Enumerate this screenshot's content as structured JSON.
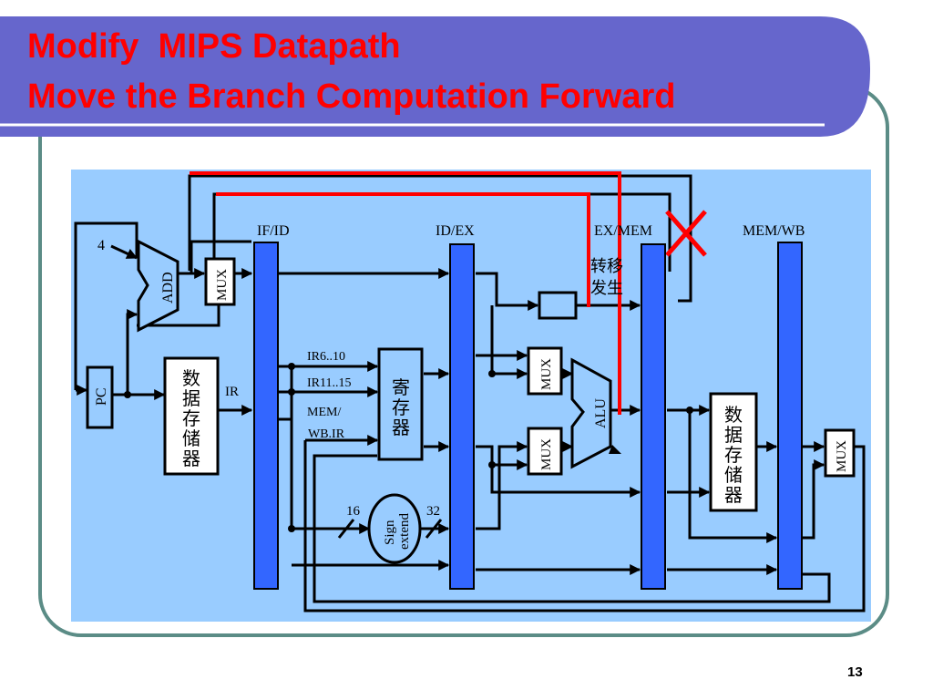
{
  "slide": {
    "title_line1": "Modify  MIPS Datapath",
    "title_line2": "Move the Branch Computation Forward",
    "page_number": "13"
  },
  "colors": {
    "header": "#6666cc",
    "frame": "#5b8c86",
    "diagram_bg": "#99ccff",
    "pipeline_reg": "#3366ff",
    "title_red": "#ff0000",
    "branch_path": "#ff0000"
  },
  "diagram": {
    "pipeline_registers": [
      "IF/ID",
      "ID/EX",
      "EX/MEM",
      "MEM/WB"
    ],
    "pc_label": "PC",
    "add_label": "ADD",
    "const_four": "4",
    "mux_label": "MUX",
    "alu_label": "ALU",
    "instr_mem_label": "数据存储器",
    "data_mem_label": "数据存储器",
    "regfile_label": "寄存器",
    "ir_label": "IR",
    "ir_6_10": "IR6..10",
    "ir_11_15": "IR11..15",
    "mem_wb_ir_1": "MEM/",
    "mem_wb_ir_2": "WB.IR",
    "sign_extend_1": "Sign",
    "sign_extend_2": "extend",
    "bits_16": "16",
    "bits_32": "32",
    "branch_occur_1": "转移",
    "branch_occur_2": "发生"
  }
}
